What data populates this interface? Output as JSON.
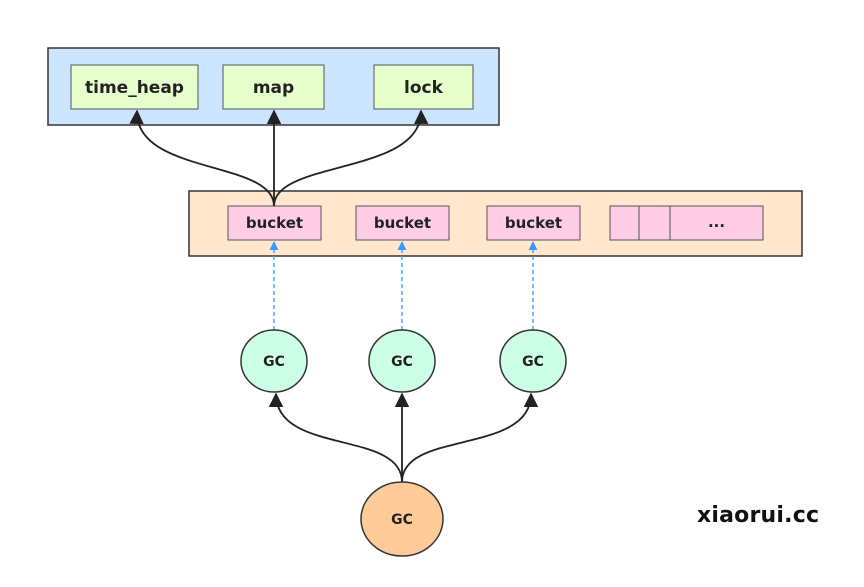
{
  "top_group": {
    "items": [
      {
        "label": "time_heap"
      },
      {
        "label": "map"
      },
      {
        "label": "lock"
      }
    ]
  },
  "bucket_row": {
    "buckets": [
      {
        "label": "bucket"
      },
      {
        "label": "bucket"
      },
      {
        "label": "bucket"
      }
    ],
    "more_label": "..."
  },
  "gc_nodes": {
    "children": [
      {
        "label": "GC"
      },
      {
        "label": "GC"
      },
      {
        "label": "GC"
      }
    ],
    "root": {
      "label": "GC"
    }
  },
  "watermark": "xiaorui.cc",
  "colors": {
    "top_group_fill": "#cce5ff",
    "item_fill": "#e6ffcc",
    "bucket_row_fill": "#ffe6cc",
    "bucket_fill": "#ffcce6",
    "gc_child_fill": "#ccffe6",
    "gc_root_fill": "#ffcc99",
    "dashed_arrow": "#3399ff",
    "stroke": "#333333"
  }
}
